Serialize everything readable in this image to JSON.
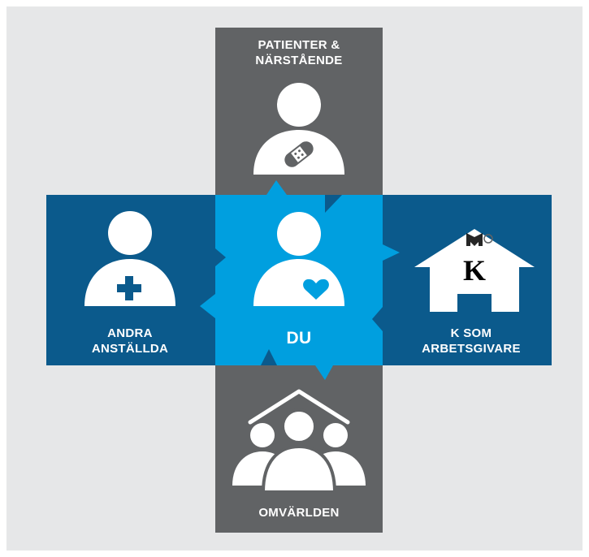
{
  "colors": {
    "background": "#e6e7e8",
    "gray": "#616365",
    "dark_blue": "#0b5a8c",
    "light_blue": "#009fdf",
    "white": "#ffffff",
    "logo_letter": "#000000"
  },
  "nodes": {
    "top": {
      "line1": "PATIENTER &",
      "line2": "NÄRSTÅENDE",
      "icon": "patient-with-bandage-icon"
    },
    "left": {
      "line1": "ANDRA",
      "line2": "ANSTÄLLDA",
      "icon": "staff-with-cross-icon"
    },
    "center": {
      "label": "DU",
      "icon": "person-with-heart-icon"
    },
    "right": {
      "line1": "K SOM",
      "line2": "ARBETSGIVARE",
      "icon": "house-with-crown-logo-icon",
      "logo_letter": "K"
    },
    "bottom": {
      "label": "OMVÄRLDEN",
      "icon": "group-under-roof-icon"
    }
  }
}
